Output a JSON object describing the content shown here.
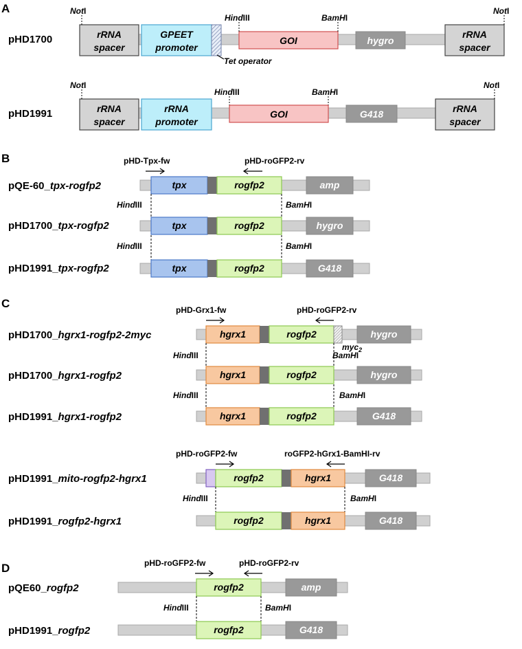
{
  "panels": {
    "A": "A",
    "B": "B",
    "C": "C",
    "D": "D"
  },
  "labels": {
    "not1": "Not",
    "hind3": "Hind",
    "bamh1": "BamH",
    "suffix_III": "III",
    "suffix_I": "I",
    "tet_operator": "Tet operator",
    "myc": "myc",
    "myc_sub": "2"
  },
  "constructs": {
    "pHD1700": "pHD1700",
    "pHD1991": "pHD1991",
    "b1": {
      "plain": "pQE-60_",
      "italic": "tpx-rogfp2"
    },
    "b2": {
      "plain": "pHD1700_",
      "italic": "tpx-rogfp2"
    },
    "b3": {
      "plain": "pHD1991_",
      "italic": "tpx-rogfp2"
    },
    "c1": {
      "plain": "pHD1700_",
      "italic": "hgrx1-rogfp2-2myc"
    },
    "c2": {
      "plain": "pHD1700_",
      "italic": "hgrx1-rogfp2"
    },
    "c3": {
      "plain": "pHD1991_",
      "italic": "hgrx1-rogfp2"
    },
    "c4": {
      "plain": "pHD1991_",
      "italic": "mito-rogfp2-hgrx1"
    },
    "c5": {
      "plain": "pHD1991_",
      "italic": "rogfp2-hgrx1"
    },
    "d1": {
      "plain": "pQE60_",
      "italic": "rogfp2"
    },
    "d2": {
      "plain": "pHD1991_",
      "italic": "rogfp2"
    }
  },
  "blocks": {
    "rrna_spacer_1": "rRNA",
    "rrna_spacer_2": "spacer",
    "gpeet_1": "GPEET",
    "gpeet_2": "promoter",
    "rrna_prom_1": "rRNA",
    "rrna_prom_2": "promoter",
    "goi": "GOI",
    "hygro": "hygro",
    "g418": "G418",
    "amp": "amp",
    "tpx": "tpx",
    "rogfp2": "rogfp2",
    "hgrx1": "hgrx1"
  },
  "primers": {
    "tpx_fw": "pHD-Tpx-fw",
    "rogfp2_rv": "pHD-roGFP2-rv",
    "grx1_fw": "pHD-Grx1-fw",
    "rogfp2_fw": "pHD-roGFP2-fw",
    "rogfp2_hgrx1_bamhi_rv": "roGFP2-hGrx1-BamHI-rv"
  },
  "colors": {
    "backbone": "#d0d0d0",
    "spacer": "#d4d4d4",
    "gpeet": "#bdeefa",
    "goi": "#f8c4c4",
    "marker": "#999999",
    "tpx": "#a8c4ee",
    "rogfp2": "#dcf5b8",
    "hgrx1": "#f8c8a0",
    "linker": "#707070",
    "mito": "#d8c8f0"
  }
}
